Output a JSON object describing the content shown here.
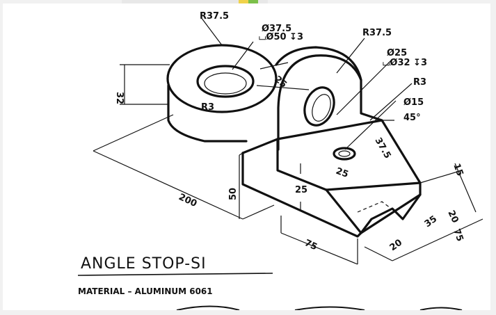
{
  "drawing": {
    "title": "ANGLE STOP-SI",
    "material": "MATERIAL – ALUMINUM 6061",
    "dimensions": {
      "r_top_left": "R37.5",
      "hole_dia": "Ø37.5",
      "cbore": "⌴Ø50 ↧3",
      "r_top_right": "R37.5",
      "hole2_dia": "Ø25",
      "cbore2": "⌴Ø32 ↧3",
      "r3_upper": "R3",
      "r3_lower": "R3",
      "hole3_dia": "Ø15",
      "angle": "45°",
      "height_32": "32",
      "thick_25": "25",
      "hole_pos_37_5": "37.5",
      "hole_pos_25": "25",
      "step_25": "25",
      "height_50": "50",
      "length_200": "200",
      "length_75": "75",
      "slot_20a": "20",
      "slot_35": "35",
      "slot_20b": "20",
      "width_75": "75",
      "height_15": "15"
    }
  },
  "colors": {
    "ink": "#111111",
    "paper": "#ffffff",
    "strip": "#e8e8e8",
    "tab_yellow": "#f0d24a",
    "tab_green": "#7cc04a"
  }
}
